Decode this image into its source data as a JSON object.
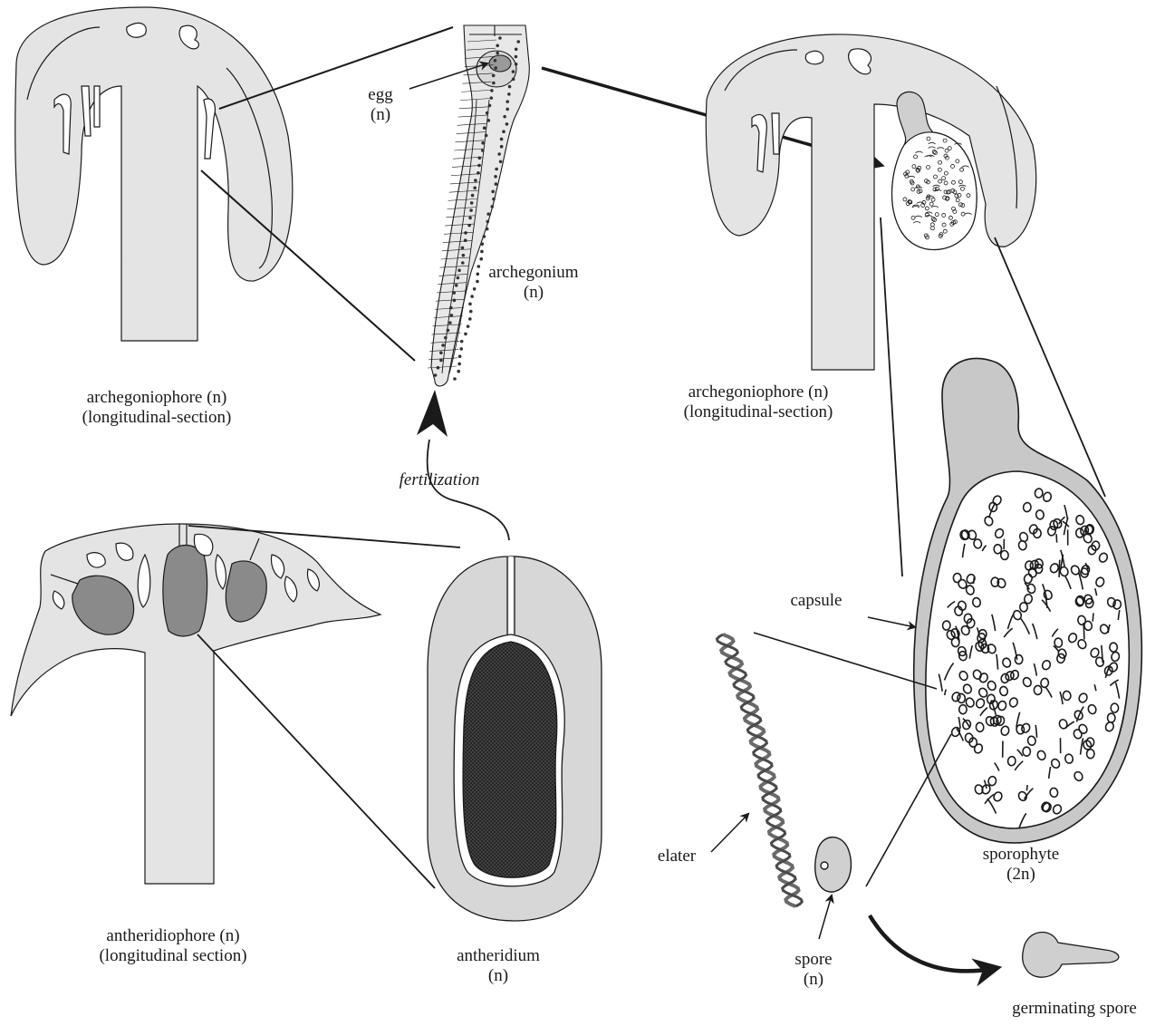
{
  "labels": {
    "egg": {
      "name": "egg",
      "ploidy": "(n)"
    },
    "archegonium": {
      "name": "archegonium",
      "ploidy": "(n)"
    },
    "archegoniophore_left": {
      "name": "archegoniophore (n)",
      "section": "(longitudinal-section)"
    },
    "archegoniophore_right": {
      "name": "archegoniophore (n)",
      "section": "(longitudinal-section)"
    },
    "fertilization": "fertilization",
    "capsule": "capsule",
    "sporophyte": {
      "name": "sporophyte",
      "ploidy": "(2n)"
    },
    "elater": "elater",
    "spore": {
      "name": "spore",
      "ploidy": "(n)"
    },
    "germinating_spore": "germinating spore",
    "antheridiophore": {
      "name": "antheridiophore (n)",
      "section": "(longitudinal section)"
    },
    "antheridium": {
      "name": "antheridium",
      "ploidy": "(n)"
    }
  },
  "colors": {
    "tissue": "#e4e4e4",
    "tissue_dark": "#c9c9c9",
    "antheridium_fill": "#8a8a8a",
    "sperm_mass": "#3a3a3a",
    "outline": "#1a1a1a"
  }
}
